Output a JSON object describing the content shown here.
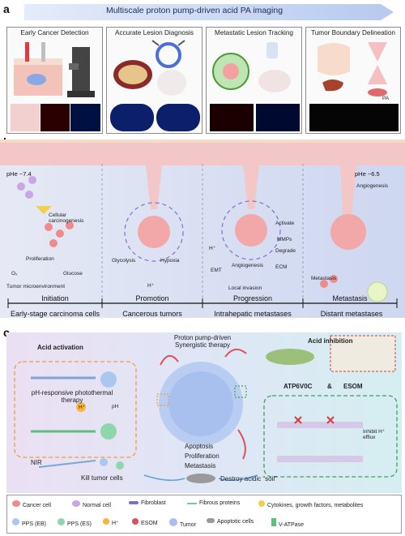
{
  "panel_a": {
    "label": "a",
    "banner": "Multiscale proton pump-driven acid PA imaging",
    "cards": [
      {
        "title": "Early Cancer Detection"
      },
      {
        "title": "Accurate Lesion Diagnosis"
      },
      {
        "title": "Metastatic Lesion Tracking"
      },
      {
        "title": "Tumor Boundary Delineation"
      }
    ],
    "pa_tag": "PA"
  },
  "panel_b": {
    "label": "b",
    "ph_left": "pHe ~7.4",
    "ph_right": "pHe ~6.5",
    "annotations": {
      "cellular_carcinogenesis": "Cellular carcinogenesis",
      "proliferation": "Proliferation",
      "o2": "O₂",
      "glucose": "Glucose",
      "tme": "Tumor microenvironment",
      "glycolysis": "Glycolysis",
      "hypoxia": "Hypoxia",
      "h_plus": "H⁺",
      "activate": "Activate",
      "mmps": "MMPs",
      "degrade": "Degrade",
      "ecm": "ECM",
      "emt": "EMT",
      "angiogenesis": "Angiogenesis",
      "local_invasion": "Local invasion",
      "metastasis": "Metastasis"
    },
    "stages": [
      {
        "name": "Initiation",
        "sub": "Early-stage carcinoma cells"
      },
      {
        "name": "Promotion",
        "sub": "Cancerous tumors"
      },
      {
        "name": "Progression",
        "sub": "Intrahepatic metastases"
      },
      {
        "name": "Metastasis",
        "sub": "Distant metastases"
      }
    ]
  },
  "panel_c": {
    "label": "c",
    "acid_activation": "Acid activation",
    "ph_responsive": "pH-responsive photothermal therapy",
    "h_plus": "H⁺",
    "ph": "pH",
    "nir": "NIR",
    "center_title": "Proton pump-driven Synergistic therapy",
    "effects": [
      "Apoptosis",
      "Proliferation",
      "Metastasis"
    ],
    "kill": "Kill tumor cells",
    "destroy": "Destroy acidic “soil”",
    "acid_inhibition": "Acid inhibition",
    "atp": "ATP6V0C",
    "amp": "&",
    "esom": "ESOM",
    "inhibit": "Inhibit H⁺ efflux"
  },
  "legend": [
    {
      "label": "Cancer cell"
    },
    {
      "label": "Normal cell"
    },
    {
      "label": "Fibroblast"
    },
    {
      "label": "Fibrous proteins"
    },
    {
      "label": "Cytokines, growth factors, metabolites"
    },
    {
      "label": "PPS (EB)"
    },
    {
      "label": "PPS (ES)"
    },
    {
      "label": "H⁺"
    },
    {
      "label": "ESOM"
    },
    {
      "label": "Tumor"
    },
    {
      "label": "Apoptotic cells"
    },
    {
      "label": "V-ATPase"
    }
  ],
  "colors": {
    "banner": "#c9d8f2",
    "vessel": "#f3c6c8",
    "tumor": "#f2a7a8",
    "stage_bg": "#dfe4f3",
    "acid_box": "#f39a3b",
    "inhib_box": "#3aa35a"
  }
}
